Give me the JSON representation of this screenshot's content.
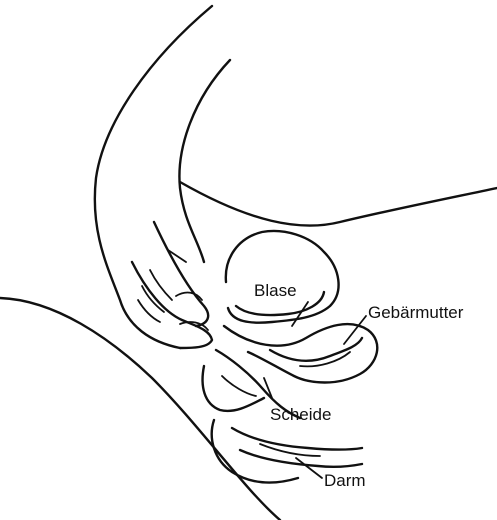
{
  "labels": {
    "bladder": "Blase",
    "uterus": "Gebärmutter",
    "vagina": "Scheide",
    "bowel": "Darm"
  },
  "colors": {
    "ink": "#111111",
    "background": "#ffffff"
  }
}
